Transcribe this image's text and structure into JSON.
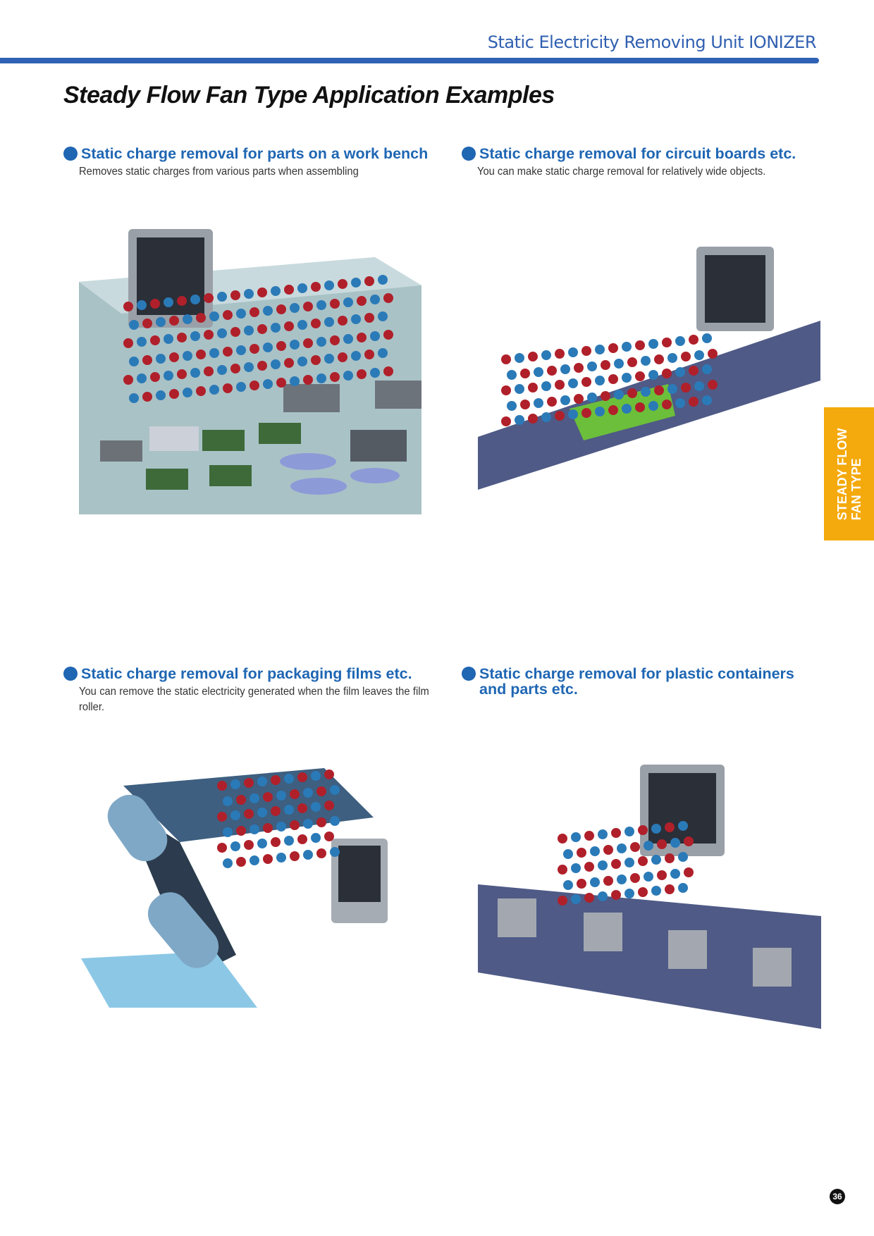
{
  "header": {
    "title": "Static Electricity Removing Unit IONIZER"
  },
  "page_title": "Steady Flow Fan Type Application Examples",
  "sections": [
    {
      "heading": "Static charge removal for parts on a work bench",
      "description": "Removes static charges from various parts when assembling"
    },
    {
      "heading": "Static charge removal for circuit boards etc.",
      "description": "You can make static charge removal for relatively wide objects."
    },
    {
      "heading": "Static charge removal for packaging films etc.",
      "description": "You can remove the static electricity generated when the film leaves the film roller."
    },
    {
      "heading": "Static charge removal for plastic containers and parts etc.",
      "description": ""
    }
  ],
  "side_tab": {
    "line1": "STEADY FLOW",
    "line2": "FAN TYPE"
  },
  "page_number": "36",
  "colors": {
    "accent": "#1f66b3",
    "header_bar": "#2f62b4",
    "tab": "#f4a90c",
    "positive_ion": "#b0202a",
    "negative_ion": "#2a7ab8"
  }
}
